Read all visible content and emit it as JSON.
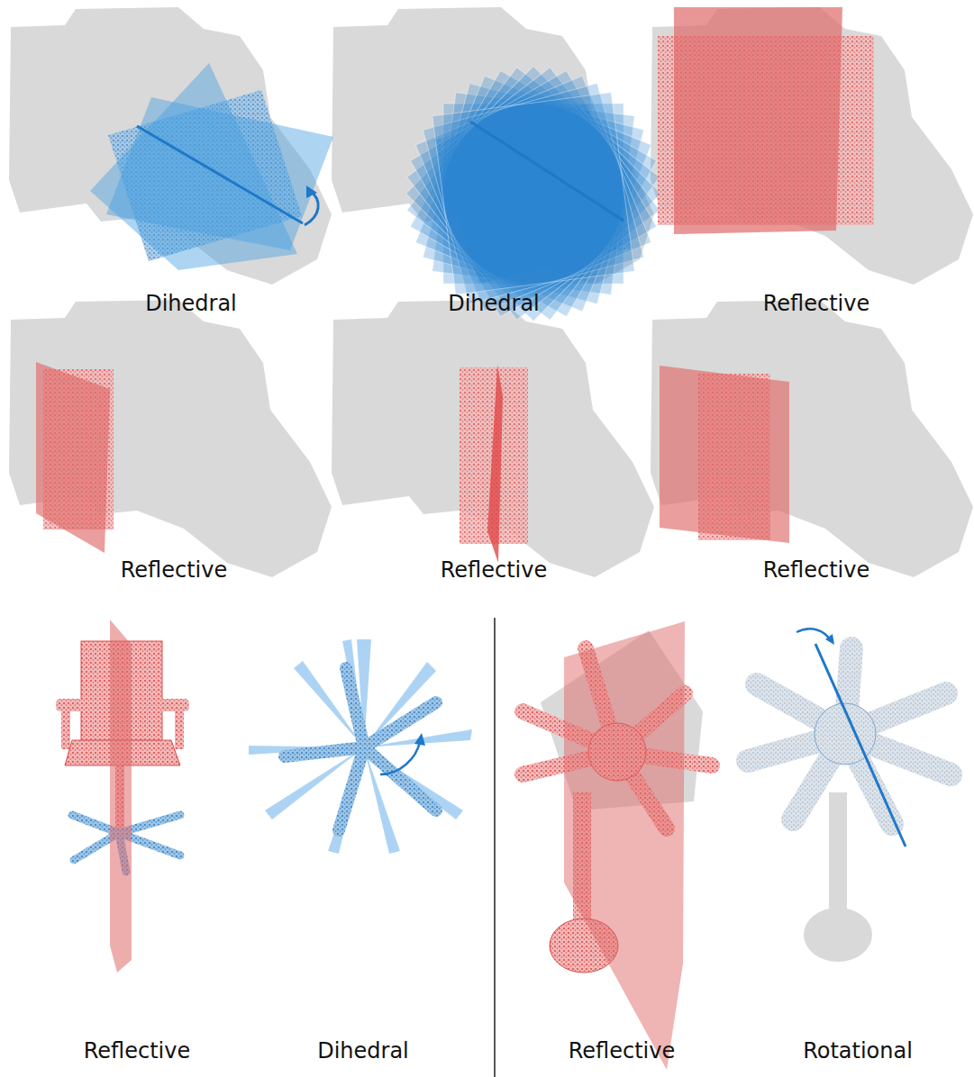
{
  "diagram": {
    "labels": [
      "Dihedral",
      "Dihedral",
      "Reflective",
      "Reflective",
      "Reflective",
      "Reflective",
      "Reflective",
      "Dihedral",
      "Reflective",
      "Rotational"
    ]
  }
}
